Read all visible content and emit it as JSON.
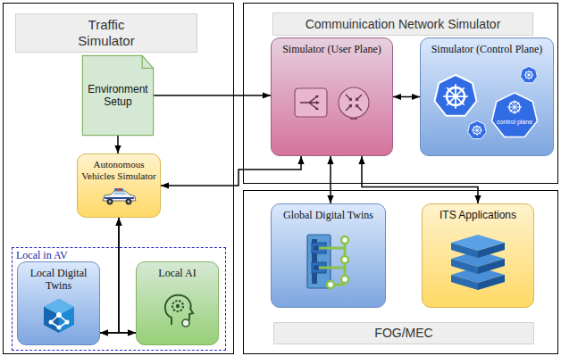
{
  "diagram": {
    "nodes": [
      {
        "text": [
          "Traffic Simulator"
        ]
      },
      {
        "text": [
          "Environment Setup"
        ],
        "in": 0
      },
      {
        "text": [
          "Autonomous Vehicles Simulator"
        ],
        "in": 0
      },
      {
        "text": [
          "Local in AV"
        ],
        "in": 0
      },
      {
        "text": [
          "Local Digital Twins"
        ],
        "in": 3
      },
      {
        "text": [
          "Local AI"
        ],
        "in": 3
      },
      {
        "text": [
          "Commuinication Network Simulator"
        ]
      },
      {
        "text": [
          "Simulator (User Plane)"
        ],
        "in": 6
      },
      {
        "text": [
          "Simulator (Control Plane)"
        ],
        "in": 6
      },
      {
        "text": [
          "FOG/MEC"
        ]
      },
      {
        "text": [
          "Global Digital Twins"
        ],
        "in": 9
      },
      {
        "text": [
          "ITS Applications"
        ],
        "in": 9
      }
    ],
    "edges": [
      {
        "from": 1,
        "to": 7,
        "arrow": "to"
      },
      {
        "from": 1,
        "to": 2,
        "arrow": "to"
      },
      {
        "from": 7,
        "to": 8,
        "arrow": "both"
      },
      {
        "from": 7,
        "to": 2,
        "arrow": "both"
      },
      {
        "from": 7,
        "to": 10,
        "arrow": "both"
      },
      {
        "from": 7,
        "to": 11,
        "arrow": "both"
      },
      {
        "from": 2,
        "to": 4,
        "arrow": "both"
      },
      {
        "from": 2,
        "to": 5,
        "arrow": "both"
      },
      {
        "from": 4,
        "to": 5,
        "arrow": "both"
      }
    ],
    "labels": [
      "control plane"
    ]
  }
}
